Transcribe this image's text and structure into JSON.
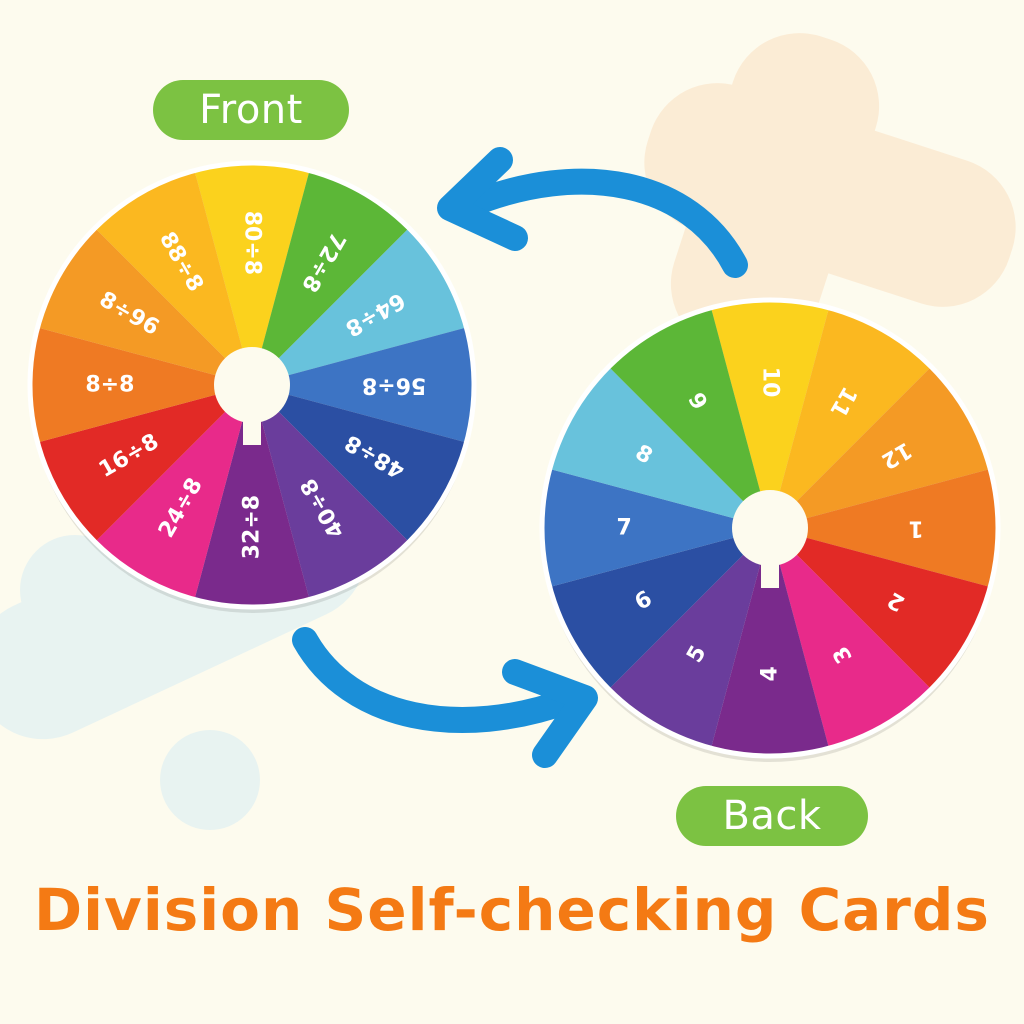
{
  "labels": {
    "front": "Front",
    "back": "Back",
    "headline": "Division Self-checking Cards"
  },
  "colors": {
    "background": "#fdfbee",
    "pill": "#7cc242",
    "headline": "#f47a14",
    "arrow": "#1b8fd8"
  },
  "front_card": {
    "segments": [
      {
        "text": "80÷8",
        "color": "#fbd21d"
      },
      {
        "text": "72÷8",
        "color": "#5cb737"
      },
      {
        "text": "64÷8",
        "color": "#68c2dc"
      },
      {
        "text": "56÷8",
        "color": "#3d74c4"
      },
      {
        "text": "48÷8",
        "color": "#2b4fa3"
      },
      {
        "text": "40÷8",
        "color": "#6a3d9c"
      },
      {
        "text": "32÷8",
        "color": "#7a2a8c"
      },
      {
        "text": "24÷8",
        "color": "#e82a8a"
      },
      {
        "text": "16÷8",
        "color": "#e22a26"
      },
      {
        "text": "8÷8",
        "color": "#ef7a23"
      },
      {
        "text": "8÷96",
        "color": "#f49a25"
      },
      {
        "text": "88÷8",
        "color": "#fbb820"
      }
    ]
  },
  "back_card": {
    "segments": [
      {
        "text": "10",
        "color": "#fbd21d"
      },
      {
        "text": "11",
        "color": "#fbb820"
      },
      {
        "text": "12",
        "color": "#f49a25"
      },
      {
        "text": "1",
        "color": "#ef7a23"
      },
      {
        "text": "2",
        "color": "#e22a26"
      },
      {
        "text": "3",
        "color": "#e82a8a"
      },
      {
        "text": "4",
        "color": "#7a2a8c"
      },
      {
        "text": "5",
        "color": "#6a3d9c"
      },
      {
        "text": "6",
        "color": "#2b4fa3"
      },
      {
        "text": "7",
        "color": "#3d74c4"
      },
      {
        "text": "8",
        "color": "#68c2dc"
      },
      {
        "text": "9",
        "color": "#5cb737"
      }
    ]
  }
}
